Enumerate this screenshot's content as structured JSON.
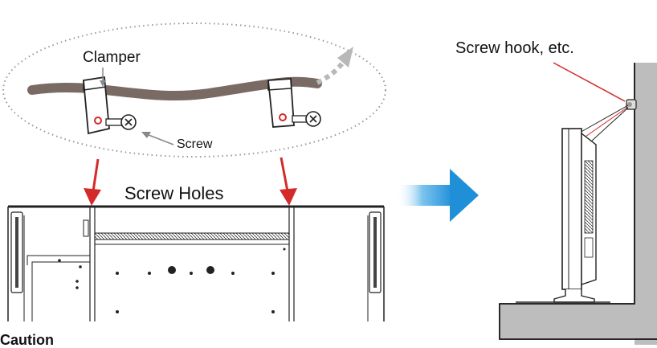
{
  "labels": {
    "clamper": "Clamper",
    "screw": "Screw",
    "screw_holes": "Screw Holes",
    "screw_hook": "Screw hook, etc.",
    "caution": "Caution"
  },
  "colors": {
    "red_arrow": "#d42a2a",
    "blue_arrow": "#2a9fe0",
    "cable": "#7a6a64",
    "wall": "#bdbdbd",
    "line": "#222222"
  }
}
